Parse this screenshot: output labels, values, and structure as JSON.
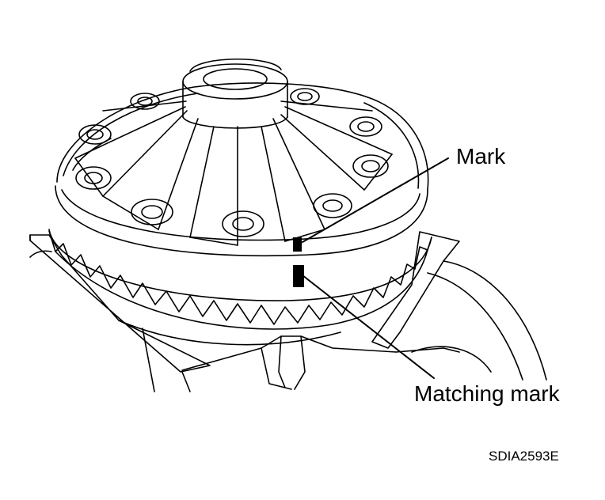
{
  "labels": {
    "mark": "Mark",
    "matching_mark": "Matching mark",
    "figure_code": "SDIA2593E"
  },
  "colors": {
    "line": "#000000",
    "background": "#ffffff"
  },
  "icons": [
    "differential-gear-assembly-drawing"
  ]
}
